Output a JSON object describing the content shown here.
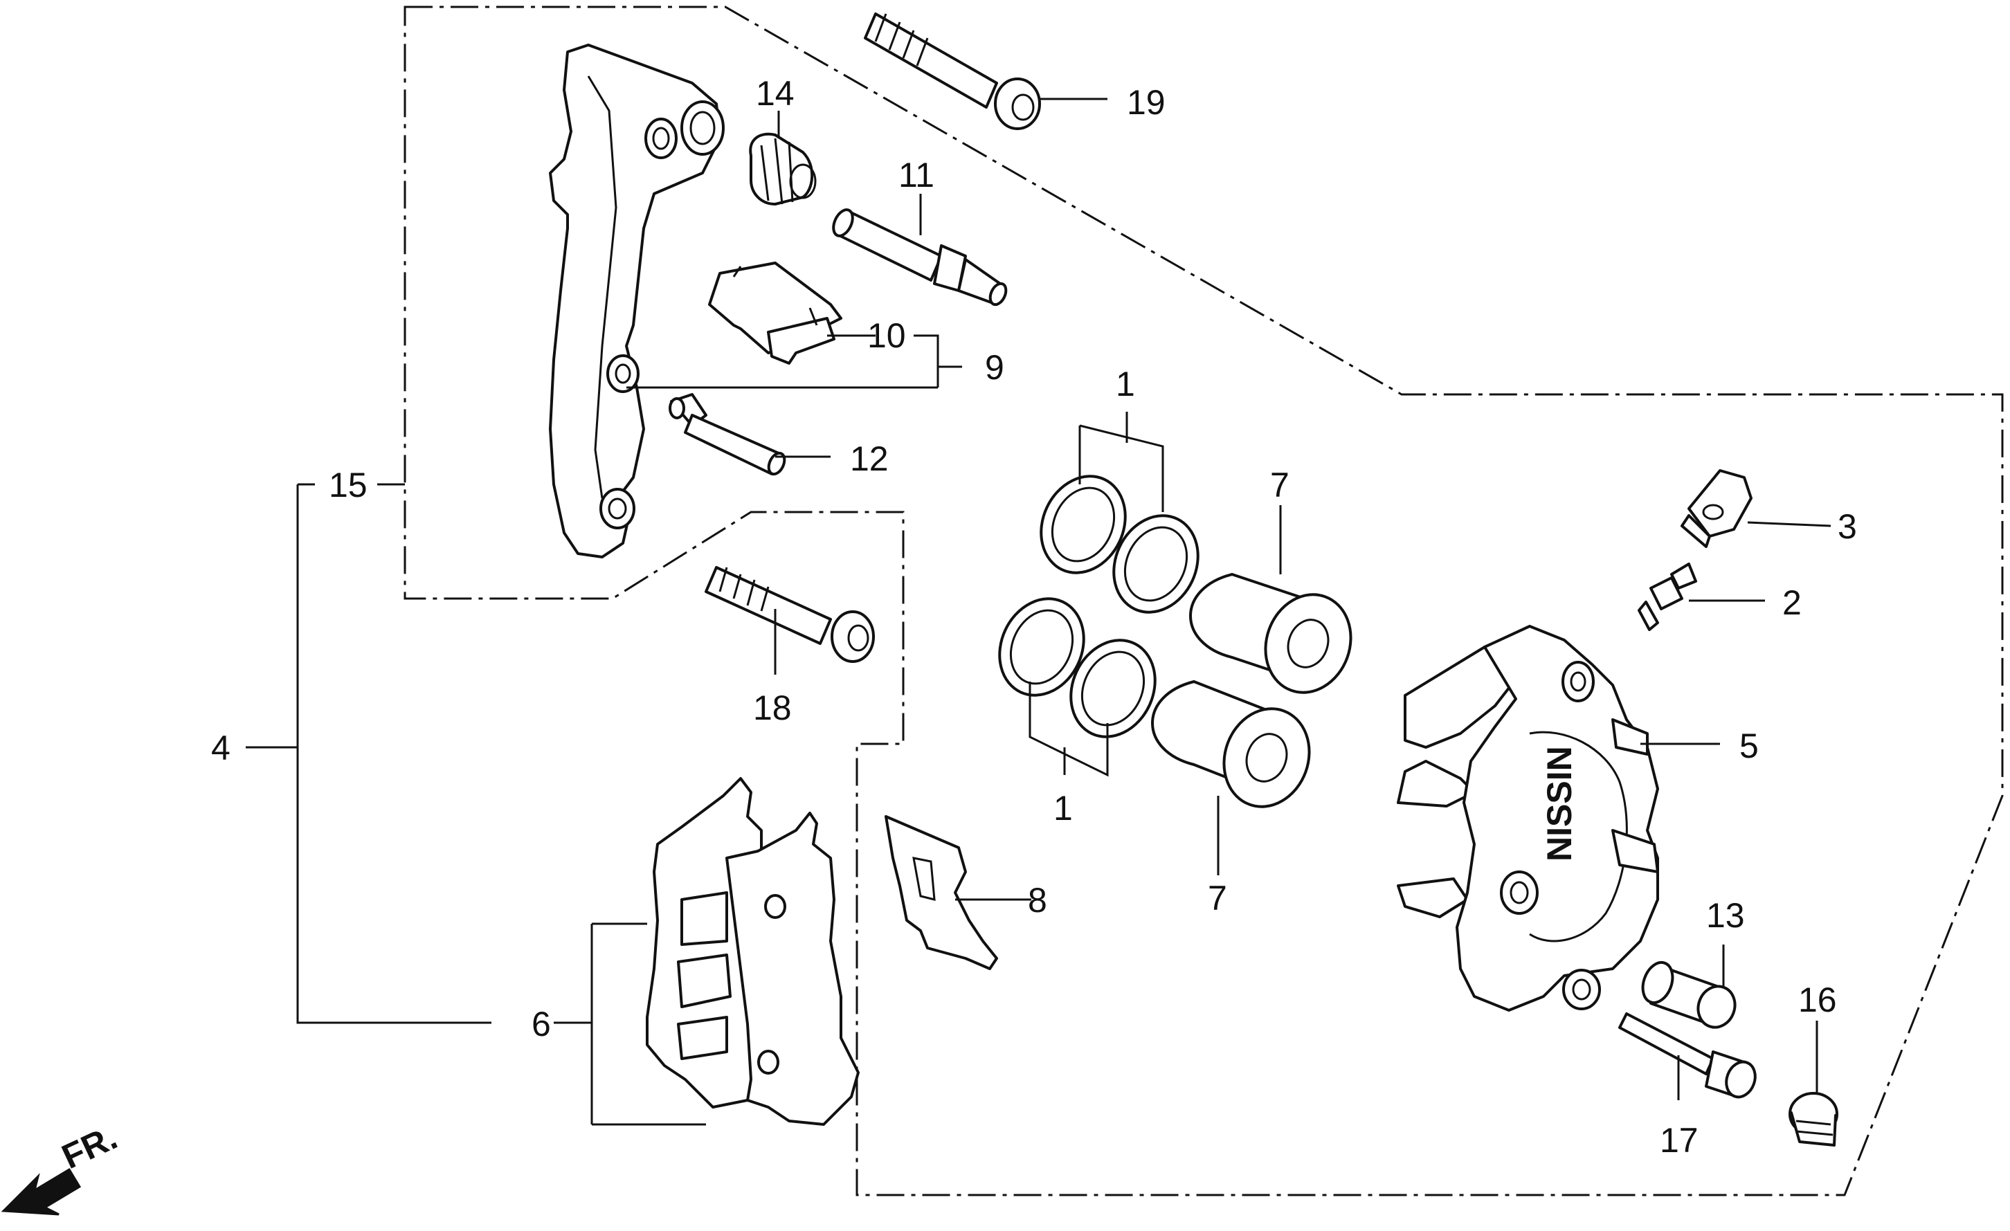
{
  "diagram": {
    "callouts": {
      "p1a": "1",
      "p1b": "1",
      "p2": "2",
      "p3": "3",
      "p4": "4",
      "p5": "5",
      "p6": "6",
      "p7a": "7",
      "p7b": "7",
      "p8": "8",
      "p9": "9",
      "p10": "10",
      "p11": "11",
      "p12": "12",
      "p13": "13",
      "p14": "14",
      "p15": "15",
      "p16": "16",
      "p17": "17",
      "p18": "18",
      "p19": "19"
    },
    "caliper_brand": "NISSIN",
    "front_arrow_label": "FR."
  }
}
